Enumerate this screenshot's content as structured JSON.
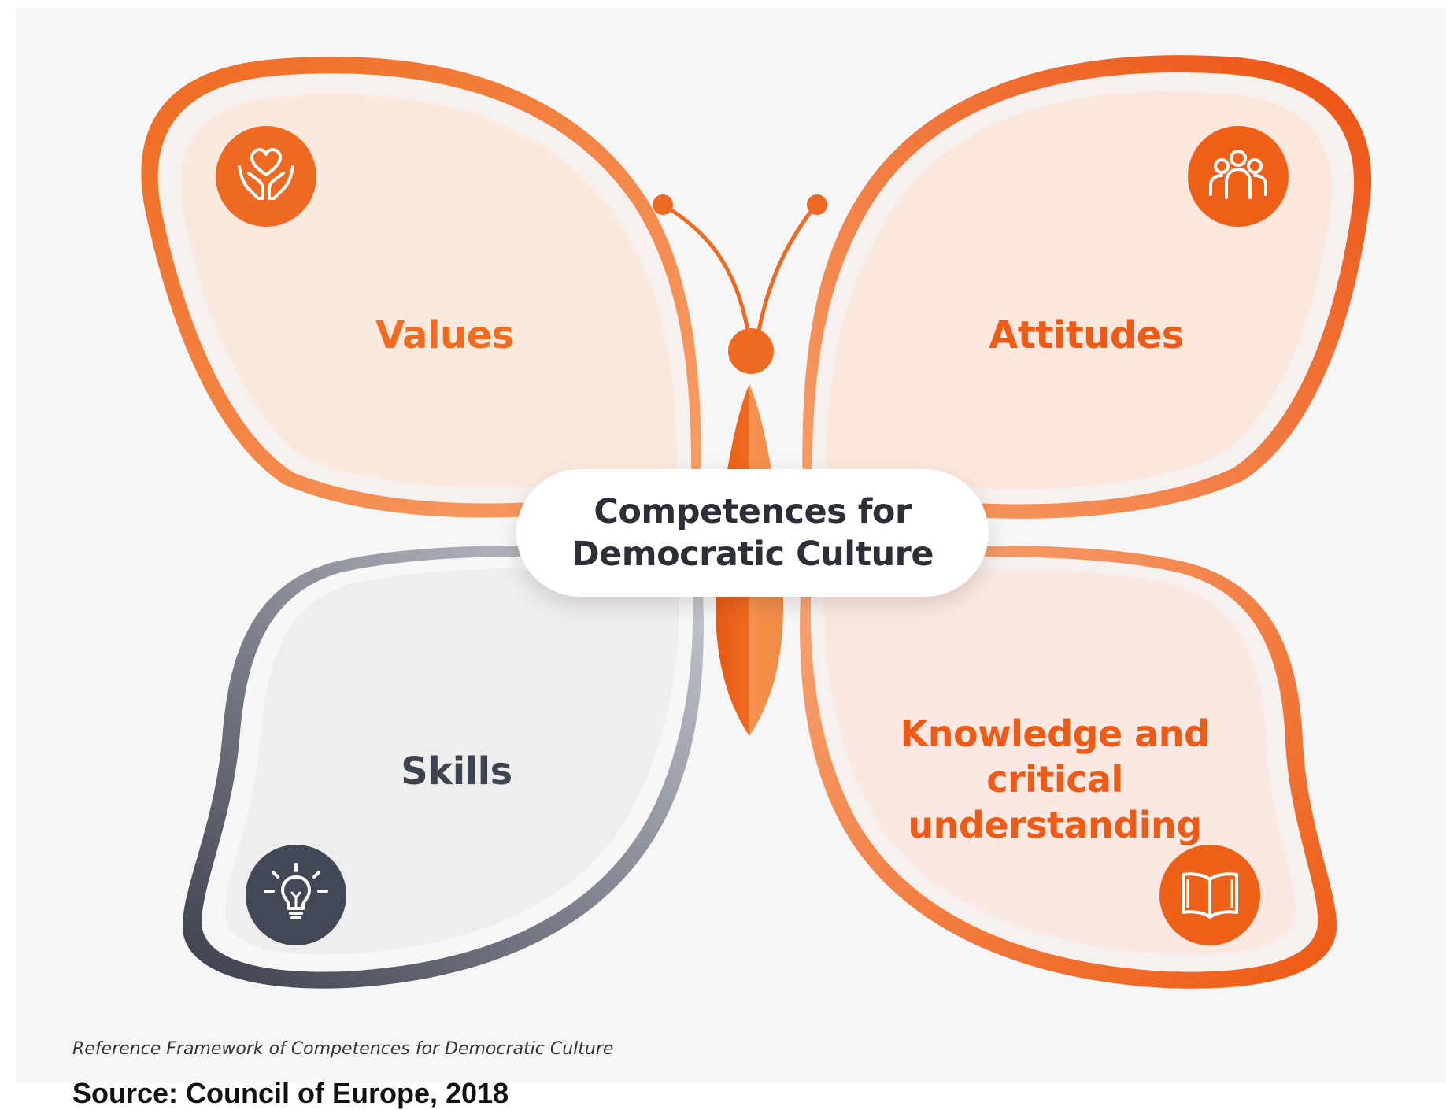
{
  "diagram": {
    "center": {
      "line1": "Competences for",
      "line2": "Democratic Culture"
    },
    "wings": {
      "values": {
        "label": "Values",
        "icon": "heart-in-hands-icon"
      },
      "attitudes": {
        "label": "Attitudes",
        "icon": "group-of-people-icon"
      },
      "skills": {
        "label": "Skills",
        "icon": "lightbulb-icon"
      },
      "knowledge": {
        "label_line1": "Knowledge and",
        "label_line2": "critical understanding",
        "icon": "open-book-icon"
      }
    },
    "caption": "Reference Framework of Competences for Democratic Culture",
    "source": "Source: Council of Europe, 2018"
  },
  "colors": {
    "accent_orange": "#ee5f18",
    "dark_slate": "#434856",
    "background": "#f6f6f6",
    "wing_fill_warm": "#fbe9de",
    "wing_fill_grey": "#eeeeee"
  }
}
